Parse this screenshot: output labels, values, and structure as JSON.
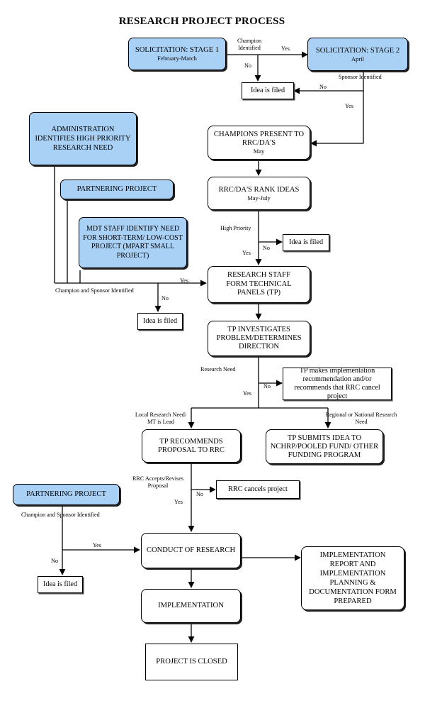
{
  "title": "RESEARCH PROJECT PROCESS",
  "nodes": {
    "solicitation1": {
      "title": "SOLICITATION: Stage 1",
      "sub": "February-March"
    },
    "solicitation2": {
      "title": "SOLICITATION: Stage 2",
      "sub": "April"
    },
    "filed_top": "Idea is filed",
    "admin": "ADMINISTRATION IDENTIFIES HIGH PRIORITY RESEARCH NEED",
    "champions": {
      "title": "CHAMPIONS PRESENT TO RRC/DA's",
      "sub": "May"
    },
    "partnering1": "PARTNERING PROJECT",
    "rank": {
      "title": "RRC/DA's RANK IDEAS",
      "sub": "May-July"
    },
    "mdt": "MDT STAFF IDENTIFY NEED FOR SHORT-TERM/ LOW-COST PROJECT (MPART SMALL PROJECT)",
    "filed_mid": "Idea is filed",
    "tp_form": "RESEARCH STAFF FORM TECHNICAL PANELS (TP)",
    "filed_left": "Idea is filed",
    "tp_investigate": "TP INVESTIGATES PROBLEM/DETERMINES DIRECTION",
    "tp_cancel": "TP makes implementation recommendation and/or recommends that RRC cancel project",
    "tp_recommend": "TP RECOMMENDS PROPOSAL TO RRC",
    "tp_submit": "TP SUBMITS IDEA TO NCHRP/POOLED FUND/ OTHER FUNDING PROGRAM",
    "partnering2": "PARTNERING PROJECT",
    "rrc_cancels": "RRC cancels project",
    "conduct": "CONDUCT OF RESEARCH",
    "filed_bottom": "Idea is filed",
    "impl_report": "IMPLEMENTATION REPORT AND IMPLEMENTATION PLANNING & DOCUMENTATION FORM PREPARED",
    "implementation": "IMPLEMENTATION",
    "closed": "PROJECT IS CLOSED"
  },
  "labels": {
    "champion_identified": "Champion Identified",
    "yes1": "Yes",
    "no1": "No",
    "sponsor_identified": "Sponsor Identified",
    "no2": "No",
    "yes2": "Yes",
    "high_priority": "High Priority",
    "no3": "No",
    "yes3": "Yes",
    "yes4": "Yes",
    "champ_sponsor1": "Champion and Sponsor Identified",
    "no4": "No",
    "research_need": "Research Need",
    "no5": "No",
    "yes5": "Yes",
    "local_research": "Local Research Need/ MT is Lead",
    "regional_research": "Regional or National Research Need",
    "rrc_accepts": "RRC Accepts/Revises Proposal",
    "no6": "No",
    "yes6": "Yes",
    "champ_sponsor2": "Champion and Sponsor Identified",
    "yes7": "Yes",
    "no7": "No"
  },
  "colors": {
    "box_fill": "#a9d0f5",
    "line": "#000000"
  }
}
